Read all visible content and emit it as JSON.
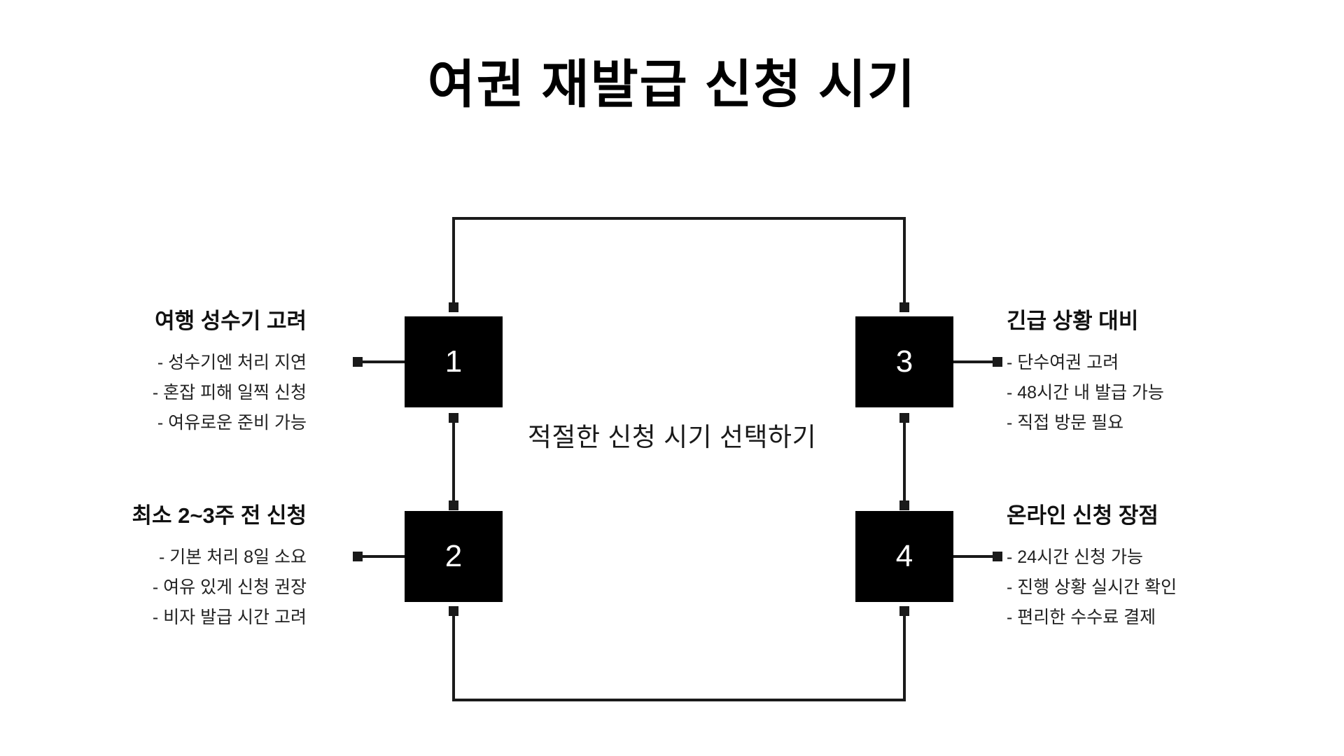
{
  "page": {
    "title": "여권 재발급 신청 시기",
    "background_color": "#ffffff",
    "node_color": "#000000",
    "node_text_color": "#ffffff",
    "line_color": "#1a1a1a"
  },
  "center": {
    "label": "적절한 신청 시기 선택하기"
  },
  "nodes": [
    {
      "id": "1",
      "number": "1"
    },
    {
      "id": "2",
      "number": "2"
    },
    {
      "id": "3",
      "number": "3"
    },
    {
      "id": "4",
      "number": "4"
    }
  ],
  "blocks": [
    {
      "id": "block-1",
      "side": "left",
      "node": "1",
      "heading": "여행 성수기 고려",
      "bullets": [
        "- 성수기엔 처리 지연",
        "- 혼잡 피해 일찍 신청",
        "- 여유로운 준비 가능"
      ]
    },
    {
      "id": "block-2",
      "side": "left",
      "node": "2",
      "heading": "최소 2~3주 전 신청",
      "bullets": [
        "- 기본 처리 8일 소요",
        "- 여유 있게 신청 권장",
        "- 비자 발급 시간 고려"
      ]
    },
    {
      "id": "block-3",
      "side": "right",
      "node": "3",
      "heading": "긴급 상황 대비",
      "bullets": [
        "- 단수여권 고려",
        "- 48시간 내 발급 가능",
        "- 직접 방문 필요"
      ]
    },
    {
      "id": "block-4",
      "side": "right",
      "node": "4",
      "heading": "온라인 신청 장점",
      "bullets": [
        "- 24시간 신청 가능",
        "- 진행 상황 실시간 확인",
        "- 편리한 수수료 결제"
      ]
    }
  ]
}
